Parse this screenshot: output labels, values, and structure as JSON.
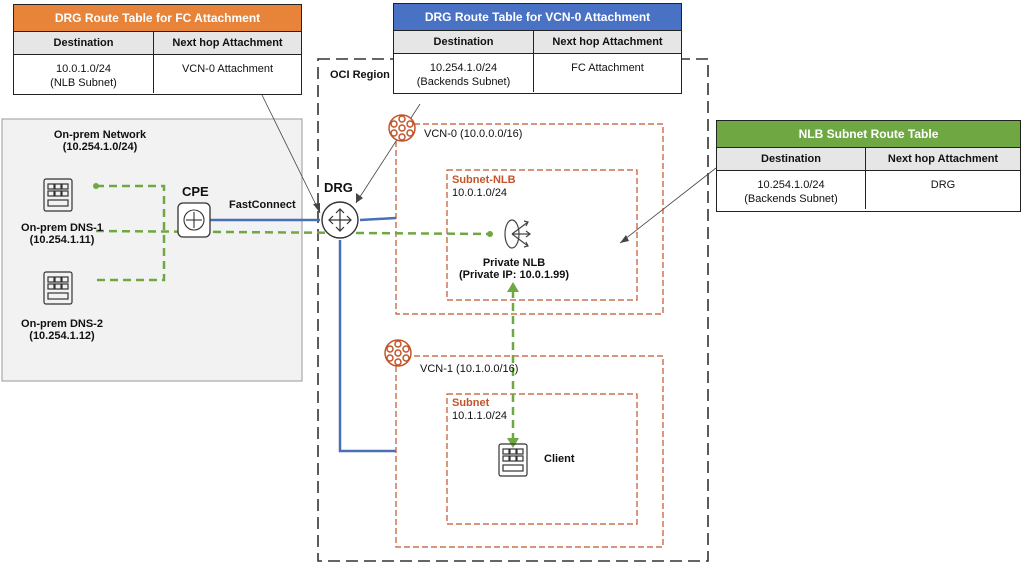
{
  "tables": {
    "fc": {
      "title": "DRG Route Table for FC Attachment",
      "color": "#e8833a",
      "headers": [
        "Destination",
        "Next hop Attachment"
      ],
      "dest_line1": "10.0.1.0/24",
      "dest_line2": "(NLB Subnet)",
      "next_hop": "VCN-0 Attachment"
    },
    "vcn0": {
      "title": "DRG Route Table for VCN-0 Attachment",
      "color": "#4a72c4",
      "headers": [
        "Destination",
        "Next hop Attachment"
      ],
      "dest_line1": "10.254.1.0/24",
      "dest_line2": "(Backends Subnet)",
      "next_hop": "FC Attachment"
    },
    "nlb": {
      "title": "NLB Subnet Route Table",
      "color": "#6fa843",
      "headers": [
        "Destination",
        "Next hop Attachment"
      ],
      "dest_line1": "10.254.1.0/24",
      "dest_line2": "(Backends Subnet)",
      "next_hop": "DRG"
    }
  },
  "onprem": {
    "title": "On-prem Network",
    "cidr": "(10.254.1.0/24)",
    "dns1_name": "On-prem DNS-1",
    "dns1_ip": "(10.254.1.11)",
    "dns2_name": "On-prem DNS-2",
    "dns2_ip": "(10.254.1.12)"
  },
  "cpe_label": "CPE",
  "fastconnect_label": "FastConnect",
  "drg_label": "DRG",
  "region_label": "OCI Region",
  "vcn0": {
    "label": "VCN-0 (10.0.0.0/16)",
    "subnet_name": "Subnet-NLB",
    "subnet_cidr": "10.0.1.0/24",
    "nlb_name": "Private NLB",
    "nlb_ip": "(Private IP: 10.0.1.99)"
  },
  "vcn1": {
    "label": "VCN-1  (10.1.0.0/16)",
    "subnet_name": "Subnet",
    "subnet_cidr": "10.1.1.0/24",
    "client_label": "Client"
  },
  "colors": {
    "link_blue": "#4a6fb5",
    "flow_green": "#6fa843",
    "vcn_orange": "#c2552a"
  },
  "icons": [
    "server-icon",
    "router-icon",
    "drg-icon",
    "vcn-icon",
    "load-balancer-icon"
  ]
}
